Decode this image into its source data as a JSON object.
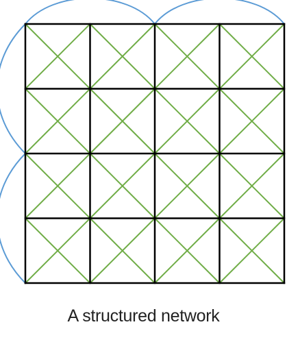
{
  "caption": "A structured network",
  "network": {
    "rows": 4,
    "cols": 4,
    "colors": {
      "grid": "#000000",
      "diagonals": "#70ad47",
      "boundary_curves": "#5b9bd5"
    }
  }
}
